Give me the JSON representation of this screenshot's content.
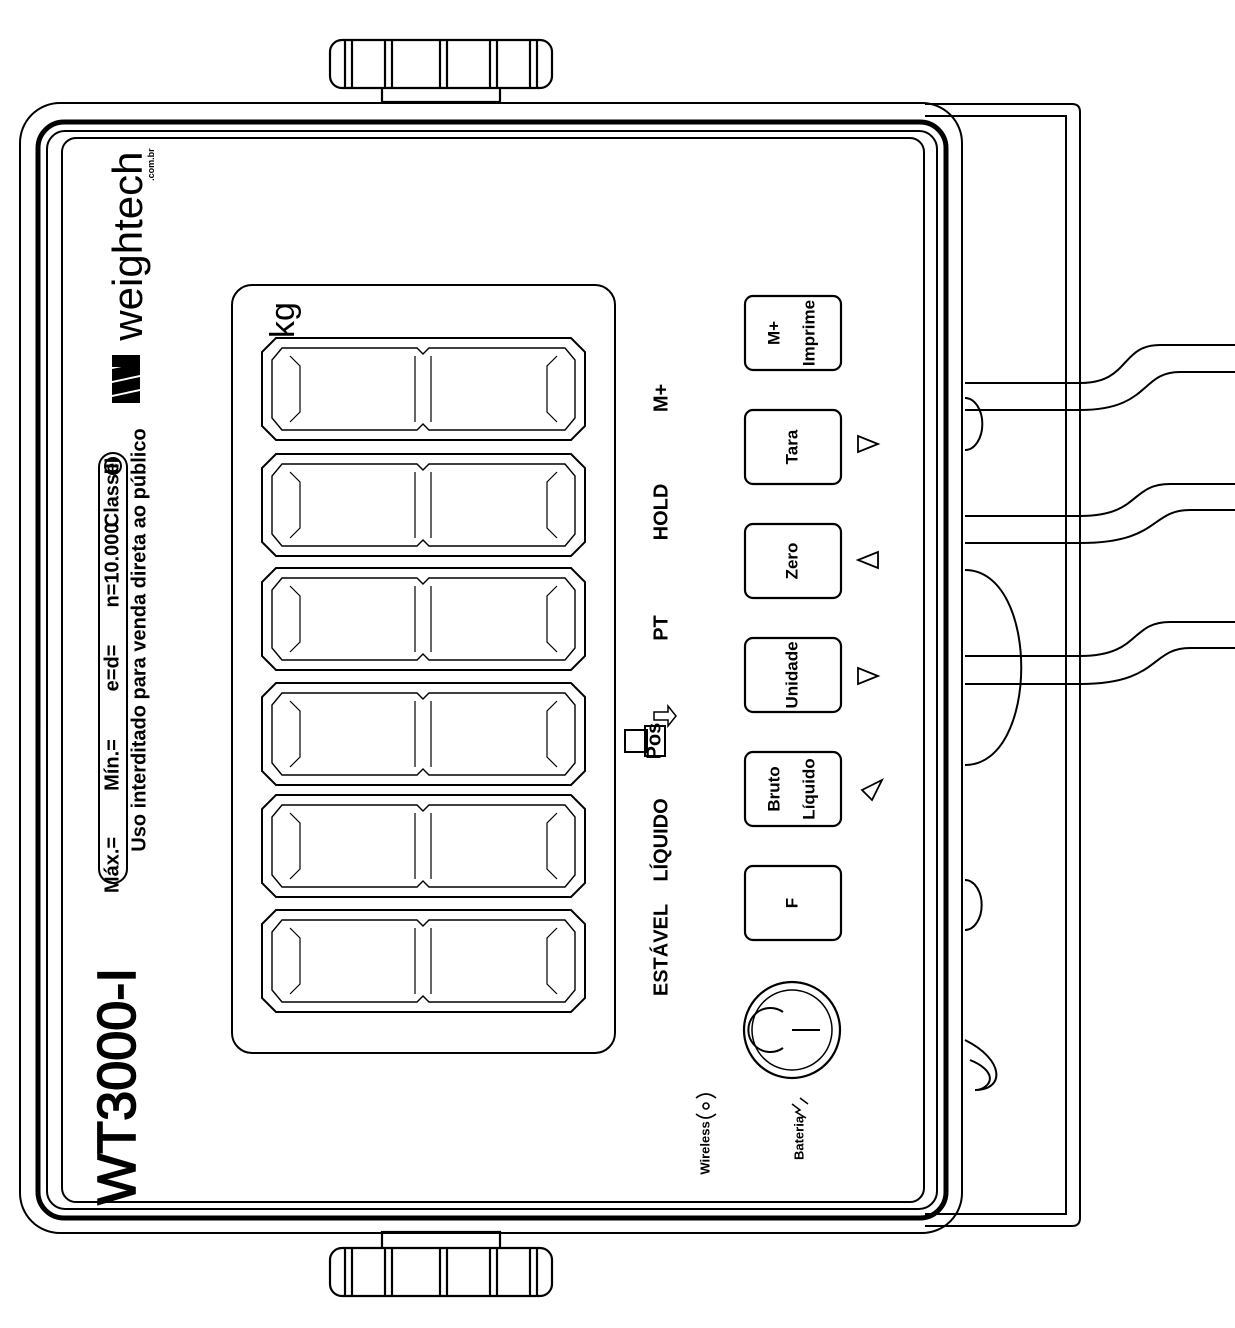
{
  "brand": {
    "name": "weightech",
    "suffix": ".com.br",
    "logo": "W"
  },
  "model": "WT3000-I",
  "plate": {
    "max": "Máx.=",
    "min": "Mín.=",
    "e_d": "e=d=",
    "n": "n=10.000",
    "classe": "Classe",
    "classe_symbol": "III",
    "notice": "Uso interditado para venda direta ao público"
  },
  "display": {
    "unit": "kg",
    "digit_count": 6
  },
  "indicators": [
    "ESTÁVEL",
    "LÍQUIDO",
    "Pos",
    "PT",
    "HOLD",
    "M+"
  ],
  "keys": [
    {
      "id": "power",
      "label": "",
      "icon": "power-icon"
    },
    {
      "id": "f",
      "label": "F"
    },
    {
      "id": "bruto",
      "label": "Bruto",
      "label2": "Líquido",
      "arrow": "left-arrow-icon"
    },
    {
      "id": "unidade",
      "label": "Unidade",
      "arrow": "down-arrow-icon"
    },
    {
      "id": "zero",
      "label": "Zero",
      "arrow": "up-arrow-icon"
    },
    {
      "id": "tara",
      "label": "Tara",
      "arrow": "right-arrow-icon"
    },
    {
      "id": "imprime",
      "label": "M+",
      "label2": "Imprime"
    }
  ],
  "status": {
    "wireless": "Wireless",
    "bateria": "Bateria"
  },
  "colors": {
    "line": "#000000",
    "background": "#ffffff"
  }
}
